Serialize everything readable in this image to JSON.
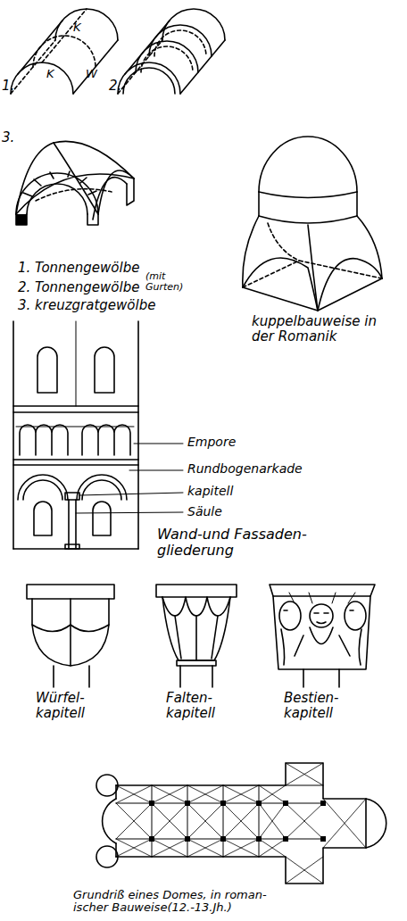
{
  "diagram": {
    "labels": [
      "1.",
      "K",
      "K",
      "W",
      "2.",
      "3.",
      "1. Tonnengewölbe",
      "2. Tonnengewölbe",
      "(mit Gurten)",
      "3. kreuzgratgewölbe",
      "kuppelbauweise in der Romanik",
      "Empore",
      "Rundbogenarkade",
      "kapitell",
      "Säule",
      "Wand-und Fassaden- gliederung",
      "Würfel- kapitell",
      "Falten- kapitell",
      "Bestien- kapitell",
      "Grundriß eines Domes, in roman- ischer Bauweise(12.-13.Jh.)"
    ]
  }
}
